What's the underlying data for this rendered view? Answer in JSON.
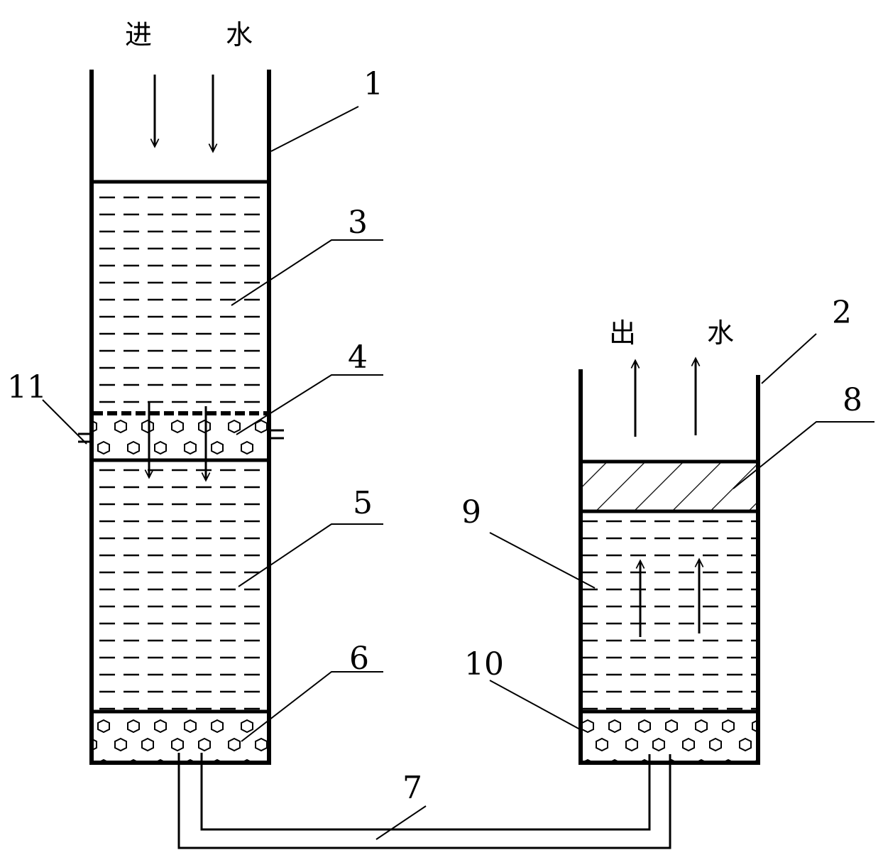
{
  "labels": {
    "inlet": [
      "进",
      "水"
    ],
    "outlet": [
      "出",
      "水"
    ]
  },
  "callouts": [
    "1",
    "2",
    "3",
    "4",
    "5",
    "6",
    "7",
    "8",
    "9",
    "10",
    "11"
  ]
}
